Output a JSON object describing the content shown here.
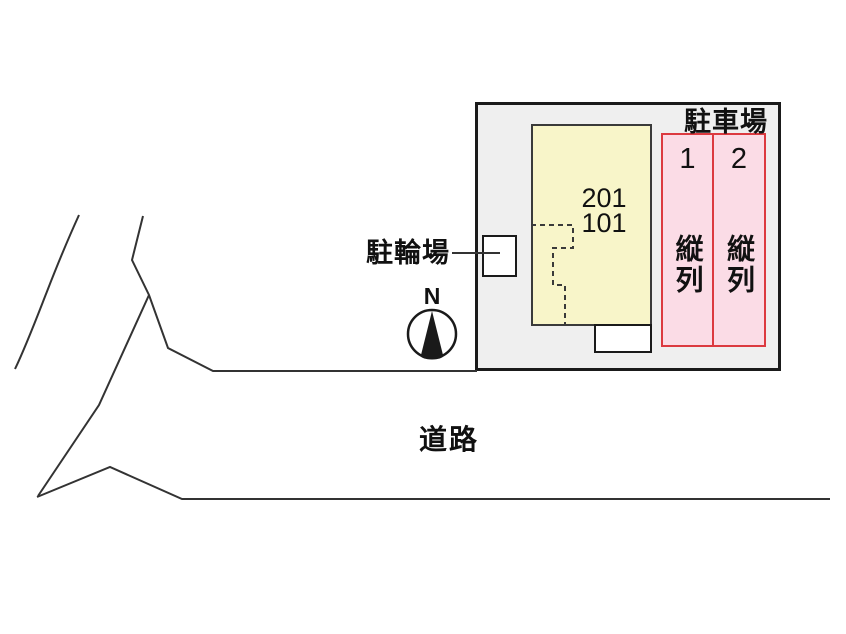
{
  "plan": {
    "parking_area_label": "駐車場",
    "bicycle_parking_label": "駐輪場",
    "road_label": "道路",
    "compass_north_label": "N",
    "building": {
      "unit_upper": "201",
      "unit_lower": "101"
    },
    "parking_stalls": [
      {
        "number": "1",
        "type_label": "縦列"
      },
      {
        "number": "2",
        "type_label": "縦列"
      }
    ],
    "colors": {
      "site_fill": "#efefef",
      "site_border": "#1a1a1a",
      "building_fill": "#f8f5c9",
      "building_border": "#3a3a3a",
      "stall_fill": "#fbdce6",
      "stall_border": "#dc3a40",
      "line": "#333333",
      "text": "#111111"
    }
  }
}
